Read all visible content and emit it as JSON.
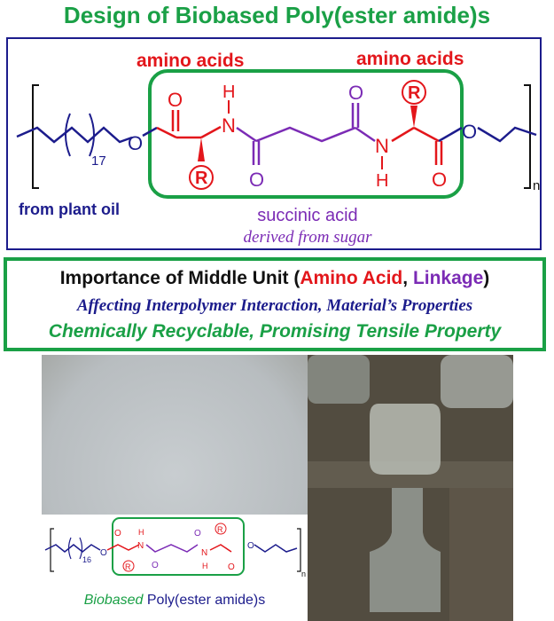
{
  "title": "Design of Biobased Poly(ester amide)s",
  "scheme": {
    "label_amino_left": "amino acids",
    "label_amino_right": "amino acids",
    "label_plant_oil": "from plant oil",
    "label_succinic": "succinic acid",
    "label_sugar": "derived from sugar",
    "repeat_subscript": "17",
    "n_subscript": "n",
    "atom_O": "O",
    "atom_H": "H",
    "atom_N": "N",
    "atom_R": "R"
  },
  "importance": {
    "line1_prefix": "Importance of Middle Unit (",
    "line1_amino": "Amino Acid",
    "line1_comma": ", ",
    "line1_linkage": "Linkage",
    "line1_suffix": ")",
    "line2": "Affecting Interpolymer Interaction, Material’s Properties",
    "line3": "Chemically Recyclable, Promising Tensile Property"
  },
  "inset": {
    "repeat_subscript": "16",
    "n_subscript": "n",
    "caption_italic": "Biobased",
    "caption_rest": " Poly(ester amide)s"
  },
  "colors": {
    "title_green": "#1aa046",
    "chain_blue": "#1c1c8c",
    "amino_red": "#e3161b",
    "succinic_purple": "#7b2bb5"
  }
}
